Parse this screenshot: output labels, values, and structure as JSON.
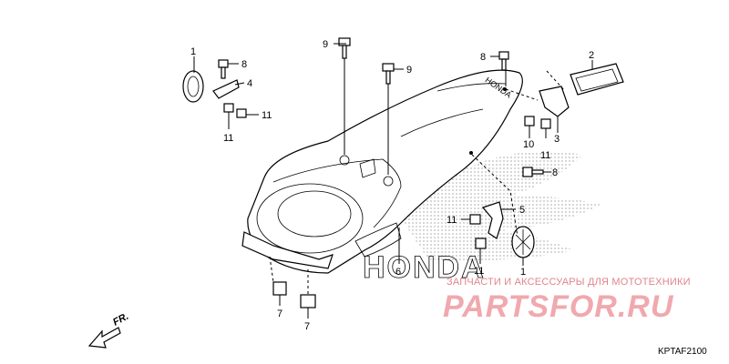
{
  "callouts": [
    {
      "id": "c1a",
      "text": "1"
    },
    {
      "id": "c8a",
      "text": "8"
    },
    {
      "id": "c4",
      "text": "4"
    },
    {
      "id": "c11a",
      "text": "11"
    },
    {
      "id": "c11b",
      "text": "11"
    },
    {
      "id": "c9a",
      "text": "9"
    },
    {
      "id": "c9b",
      "text": "9"
    },
    {
      "id": "c8b",
      "text": "8"
    },
    {
      "id": "c2",
      "text": "2"
    },
    {
      "id": "c10",
      "text": "10"
    },
    {
      "id": "c11c",
      "text": "11"
    },
    {
      "id": "c3",
      "text": "3"
    },
    {
      "id": "c8c",
      "text": "8"
    },
    {
      "id": "c5",
      "text": "5"
    },
    {
      "id": "c11d",
      "text": "11"
    },
    {
      "id": "c11e",
      "text": "11"
    },
    {
      "id": "c1b",
      "text": "1"
    },
    {
      "id": "c6",
      "text": "6"
    },
    {
      "id": "c7a",
      "text": "7"
    },
    {
      "id": "c7b",
      "text": "7"
    }
  ],
  "fender_brand": "HONDA",
  "background_brand": "HONDA",
  "direction_label": "FR.",
  "diagram_code": "KPTAF2100",
  "watermark": {
    "caption": "ЗАПЧАСТИ И АКСЕССУАРЫ ДЛЯ МОТОТЕХНИКИ",
    "logo": "PARTSFOR.RU",
    "color": "#f0a9ae"
  }
}
